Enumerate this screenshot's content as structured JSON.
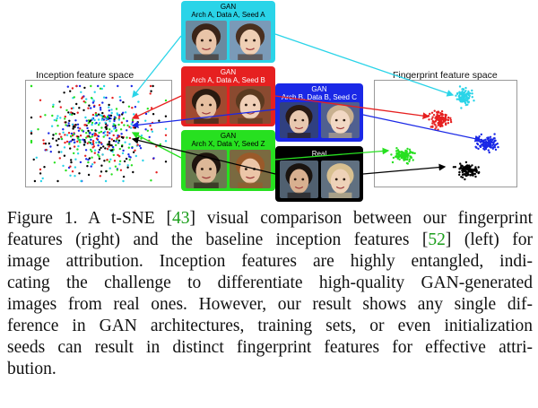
{
  "figure": {
    "left_title": "Inception feature space",
    "right_title": "Fingerprint feature space",
    "gan_boxes": [
      {
        "title": "GAN",
        "subtitle": "Arch A, Data A, Seed A",
        "color": "#2ad4e8"
      },
      {
        "title": "GAN",
        "subtitle": "Arch A, Data A, Seed B",
        "color": "#e62020"
      },
      {
        "title": "GAN",
        "subtitle": "Arch B, Data B, Seed C",
        "color": "#1a28e6"
      },
      {
        "title": "GAN",
        "subtitle": "Arch X, Data Y, Seed Z",
        "color": "#27e020"
      },
      {
        "title": "Real",
        "subtitle": "",
        "color": "#000000"
      }
    ]
  },
  "caption": {
    "lines": [
      {
        "parts": [
          {
            "t": "Figure 1.  A t-SNE ["
          },
          {
            "t": "43",
            "cite": true
          },
          {
            "t": "] visual comparison between our fingerprint"
          }
        ]
      },
      {
        "parts": [
          {
            "t": "features (right) and the baseline inception features ["
          },
          {
            "t": "52",
            "cite": true
          },
          {
            "t": "] (left) for"
          }
        ]
      },
      {
        "parts": [
          {
            "t": "image attribution.  Inception features are highly entangled, indi-"
          }
        ]
      },
      {
        "parts": [
          {
            "t": "cating the challenge to differentiate high-quality GAN-generated"
          }
        ]
      },
      {
        "parts": [
          {
            "t": "images from real ones. However, our result shows any single dif-"
          }
        ]
      },
      {
        "parts": [
          {
            "t": "ference in GAN architectures, training sets, or even initialization"
          }
        ]
      },
      {
        "parts": [
          {
            "t": "seeds can result in distinct fingerprint features for effective attri-"
          }
        ]
      },
      {
        "parts": [
          {
            "t": "bution."
          }
        ]
      }
    ]
  }
}
